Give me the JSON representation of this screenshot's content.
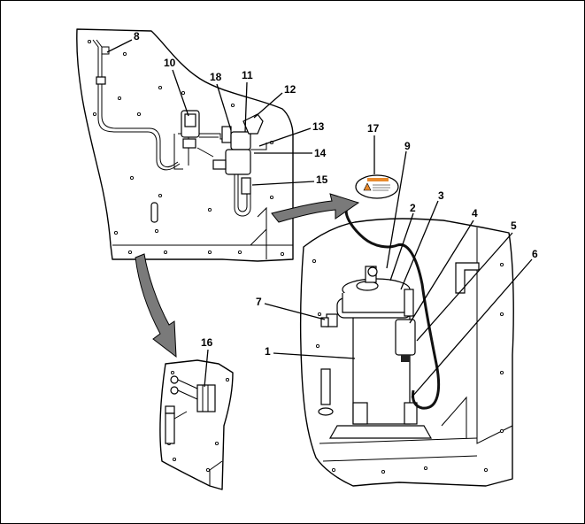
{
  "callouts": {
    "c1": "1",
    "c2": "2",
    "c3": "3",
    "c4": "4",
    "c5": "5",
    "c6": "6",
    "c7": "7",
    "c8": "8",
    "c9": "9",
    "c10": "10",
    "c11": "11",
    "c12": "12",
    "c13": "13",
    "c14": "14",
    "c15": "15",
    "c16": "16",
    "c17": "17",
    "c18": "18"
  },
  "colors": {
    "line": "#000000",
    "arrow_fill": "#7a7a7a",
    "cable": "#111111",
    "label_orange": "#e8892b"
  }
}
